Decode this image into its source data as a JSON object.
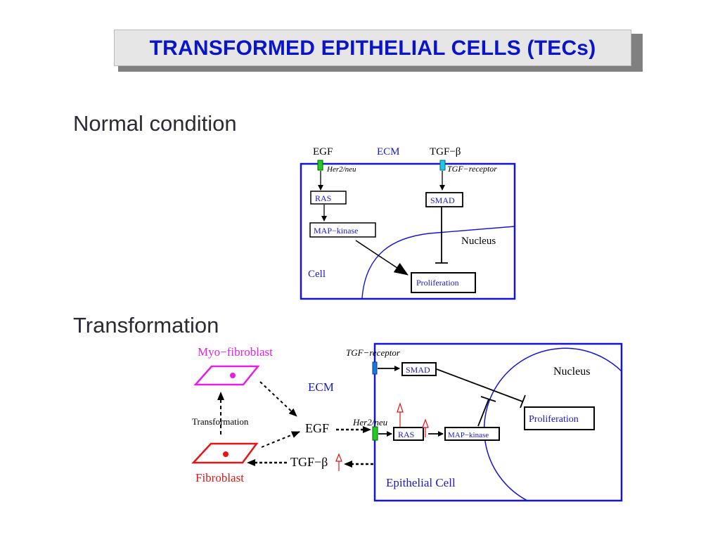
{
  "title": "TRANSFORMED EPITHELIAL CELLS (TECs)",
  "sections": {
    "normal": "Normal condition",
    "transformation": "Transformation"
  },
  "normal_diagram": {
    "egf": "EGF",
    "ecm": "ECM",
    "tgf_beta": "TGF−β",
    "her2neu": "Her2/neu",
    "tgf_receptor": "TGF−receptor",
    "ras": "RAS",
    "smad": "SMAD",
    "map_kinase": "MAP−kinase",
    "nucleus": "Nucleus",
    "cell": "Cell",
    "proliferation": "Proliferation"
  },
  "transformation_diagram": {
    "myo_fibroblast": "Myo−fibroblast",
    "transformation": "Transformation",
    "fibroblast": "Fibroblast",
    "ecm": "ECM",
    "egf": "EGF",
    "tgf_beta": "TGF−β",
    "tgf_receptor": "TGF−receptor",
    "her2neu": "Her2/neu",
    "smad": "SMAD",
    "ras": "RAS",
    "map_kinase": "MAP−kinase",
    "nucleus": "Nucleus",
    "proliferation": "Proliferation",
    "epithelial_cell": "Epithelial Cell"
  },
  "colors": {
    "title_text": "#0a14c8",
    "cell_border": "#1414d2",
    "label_blue": "#1a1ac8",
    "myofibroblast": "#e61ee6",
    "fibroblast": "#e61414",
    "receptor_green": "#22cc22",
    "receptor_cyan": "#22c8e6",
    "receptor_blue": "#1e78dc"
  }
}
